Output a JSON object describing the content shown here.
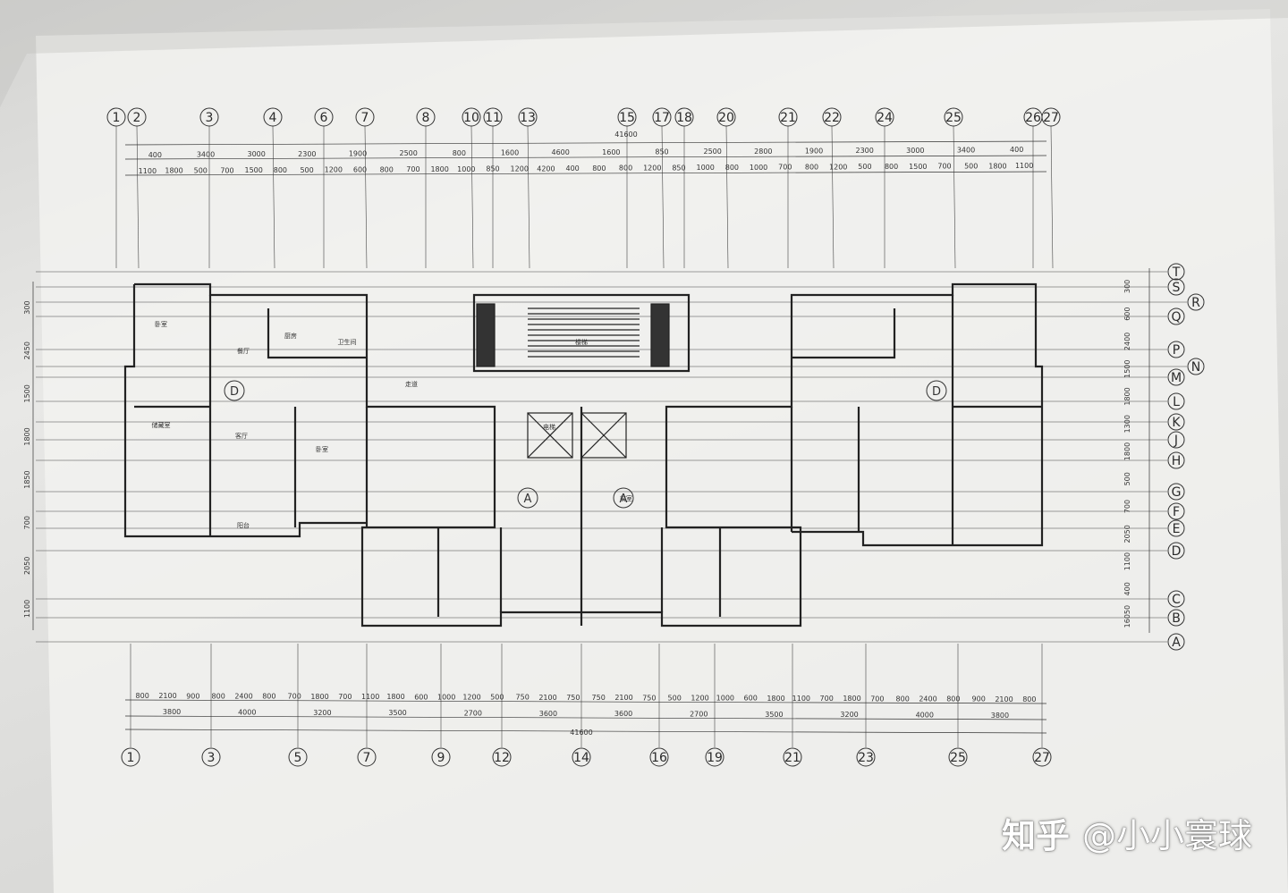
{
  "top_axes": [
    "1",
    "2",
    "3",
    "4",
    "6",
    "7",
    "8",
    "10",
    "11",
    "13",
    "15",
    "17",
    "18",
    "20",
    "21",
    "22",
    "24",
    "25",
    "26",
    "27"
  ],
  "bottom_axes": [
    "1",
    "3",
    "5",
    "7",
    "9",
    "12",
    "14",
    "16",
    "19",
    "21",
    "23",
    "25",
    "27"
  ],
  "right_axes": [
    "T",
    "S",
    "R",
    "Q",
    "P",
    "N",
    "M",
    "L",
    "K",
    "J",
    "H",
    "G",
    "F",
    "E",
    "D",
    "C",
    "B",
    "A"
  ],
  "overall_dim_top": "41600",
  "overall_dim_bottom": "41600",
  "top_dims_row1": [
    "400",
    "3400",
    "3000",
    "2300",
    "1900",
    "2500",
    "800",
    "1600",
    "4600",
    "1600",
    "850",
    "2500",
    "2800",
    "1900",
    "2300",
    "3000",
    "3400",
    "400"
  ],
  "top_dims_row2": [
    "1100",
    "1800",
    "500",
    "700",
    "1500",
    "800",
    "500",
    "1200",
    "600",
    "800",
    "700",
    "1800",
    "1000",
    "850",
    "1200",
    "4200",
    "400",
    "800",
    "800",
    "1200",
    "850",
    "1000",
    "800",
    "1000",
    "700",
    "800",
    "1200",
    "500",
    "800",
    "1500",
    "700",
    "500",
    "1800",
    "1100"
  ],
  "bottom_dims_row1": [
    "800",
    "2100",
    "900",
    "800",
    "2400",
    "800",
    "700",
    "1800",
    "700",
    "1100",
    "1800",
    "600",
    "1000",
    "1200",
    "500",
    "750",
    "2100",
    "750",
    "750",
    "2100",
    "750",
    "500",
    "1200",
    "1000",
    "600",
    "1800",
    "1100",
    "700",
    "1800",
    "700",
    "800",
    "2400",
    "800",
    "900",
    "2100",
    "800"
  ],
  "bottom_dims_row2": [
    "3800",
    "4000",
    "3200",
    "3500",
    "2700",
    "3600",
    "3600",
    "2700",
    "3500",
    "3200",
    "4000",
    "3800"
  ],
  "left_dims": [
    "300",
    "2450",
    "1500",
    "1800",
    "1850",
    "700",
    "2050",
    "1100"
  ],
  "right_dims": [
    "300",
    "600",
    "2400",
    "1500",
    "1800",
    "1300",
    "1800",
    "500",
    "700",
    "2050",
    "1100",
    "400",
    "16050"
  ],
  "room_labels": [
    "卧室",
    "餐厅",
    "厨房",
    "卫生间",
    "客厅",
    "卧室",
    "阳台",
    "走道",
    "电梯",
    "前室",
    "楼梯",
    "储藏室"
  ],
  "unit_tags": [
    "D",
    "D",
    "A",
    "A"
  ],
  "watermark": {
    "logo": "知乎",
    "handle": "@小小寰球"
  }
}
